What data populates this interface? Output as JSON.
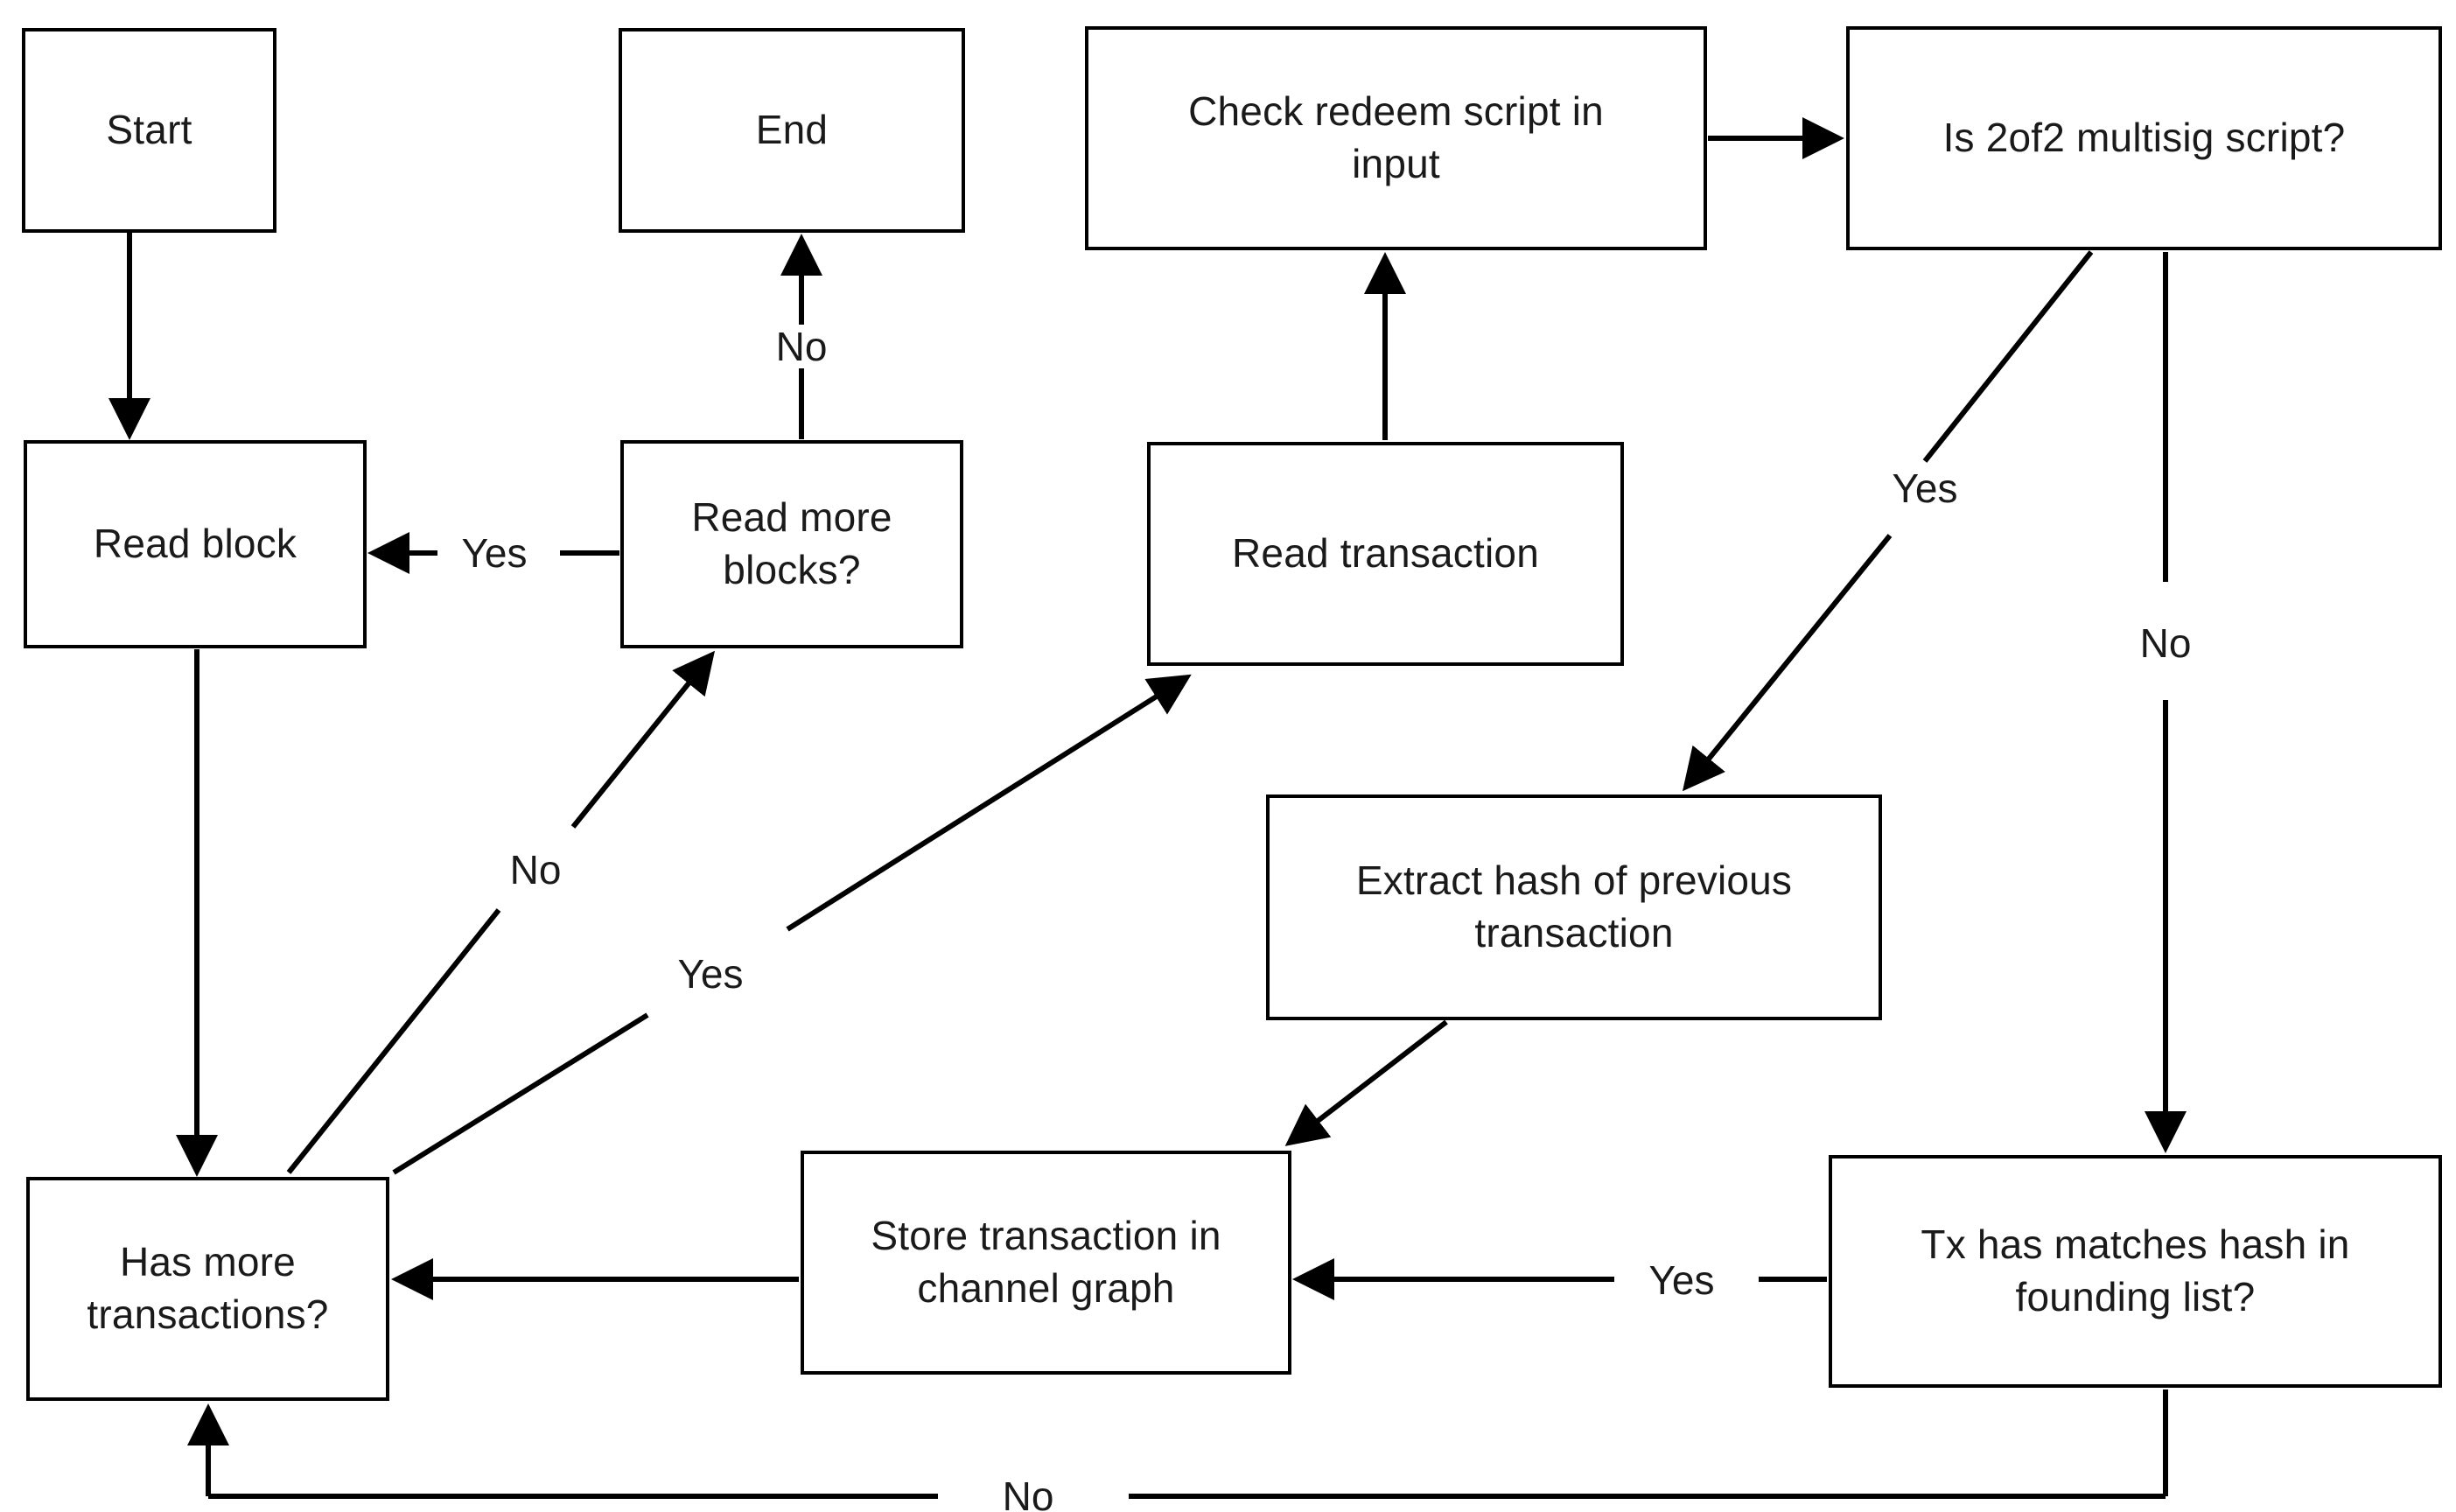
{
  "diagram": {
    "title": "Lightning Network channel graph construction flowchart",
    "background_color": "#ffffff",
    "stroke_color": "#000000",
    "text_color": "#1a1a1a",
    "nodes": [
      {
        "id": "start",
        "label": "Start"
      },
      {
        "id": "end",
        "label": "End"
      },
      {
        "id": "check_redeem",
        "label": "Check redeem script in\ninput"
      },
      {
        "id": "is_2of2",
        "label": "Is 2of2 multisig script?"
      },
      {
        "id": "read_block",
        "label": "Read block"
      },
      {
        "id": "read_more_blocks",
        "label": "Read more\nblocks?"
      },
      {
        "id": "read_transaction",
        "label": "Read transaction"
      },
      {
        "id": "extract_hash",
        "label": "Extract hash of previous\ntransaction"
      },
      {
        "id": "has_more_tx",
        "label": "Has more\ntransactions?"
      },
      {
        "id": "store_tx",
        "label": "Store transaction in\nchannel graph"
      },
      {
        "id": "tx_matches_hash",
        "label": "Tx has matches hash in\nfounding list?"
      }
    ],
    "edges": [
      {
        "id": "start_to_read_block",
        "from": "start",
        "to": "read_block",
        "label": ""
      },
      {
        "id": "read_more_blocks_to_end",
        "from": "read_more_blocks",
        "to": "end",
        "label": "No"
      },
      {
        "id": "read_more_blocks_to_read_blk",
        "from": "read_more_blocks",
        "to": "read_block",
        "label": "Yes"
      },
      {
        "id": "read_block_to_has_more_tx",
        "from": "read_block",
        "to": "has_more_tx",
        "label": ""
      },
      {
        "id": "has_more_tx_to_read_more_blk",
        "from": "has_more_tx",
        "to": "read_more_blocks",
        "label": "No"
      },
      {
        "id": "has_more_tx_to_read_tx",
        "from": "has_more_tx",
        "to": "read_transaction",
        "label": "Yes"
      },
      {
        "id": "read_tx_to_check_redeem",
        "from": "read_transaction",
        "to": "check_redeem",
        "label": ""
      },
      {
        "id": "check_redeem_to_is_2of2",
        "from": "check_redeem",
        "to": "is_2of2",
        "label": ""
      },
      {
        "id": "is_2of2_to_extract_hash",
        "from": "is_2of2",
        "to": "extract_hash",
        "label": "Yes"
      },
      {
        "id": "is_2of2_to_tx_matches",
        "from": "is_2of2",
        "to": "tx_matches_hash",
        "label": "No"
      },
      {
        "id": "extract_hash_to_store_tx",
        "from": "extract_hash",
        "to": "store_tx",
        "label": ""
      },
      {
        "id": "tx_matches_to_store_tx",
        "from": "tx_matches_hash",
        "to": "store_tx",
        "label": "Yes"
      },
      {
        "id": "store_tx_to_has_more_tx",
        "from": "store_tx",
        "to": "has_more_tx",
        "label": ""
      },
      {
        "id": "tx_matches_to_has_more_tx",
        "from": "tx_matches_hash",
        "to": "has_more_tx",
        "label": "No"
      }
    ]
  }
}
